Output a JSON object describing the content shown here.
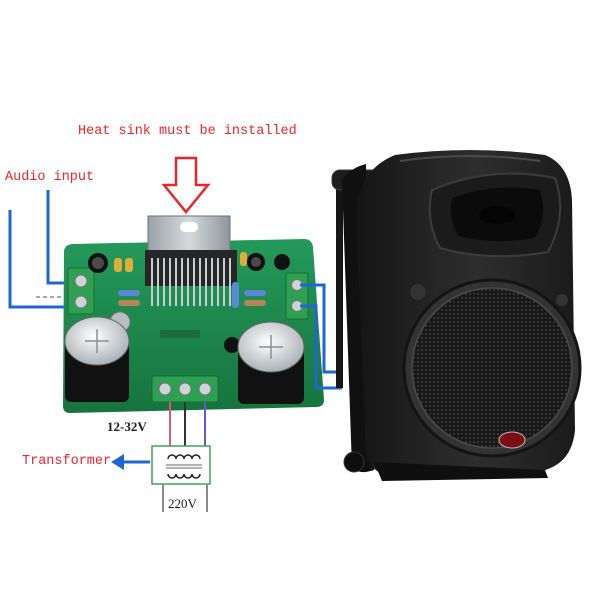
{
  "annotations": {
    "heat_sink_note": "Heat sink must be installed",
    "audio_input": "Audio input",
    "supply_voltage": "12-32V",
    "transformer": "Transformer",
    "mains_voltage": "220V"
  },
  "icons": {
    "heat_sink_arrow": "arrow-down-outline-icon",
    "transformer_arrow": "arrow-left-icon"
  },
  "colors": {
    "annotation_red": "#e8262a",
    "wire_blue": "#1f66d1",
    "pcb_green": "#1e8b4f",
    "speaker_black": "#1c1c1c"
  }
}
